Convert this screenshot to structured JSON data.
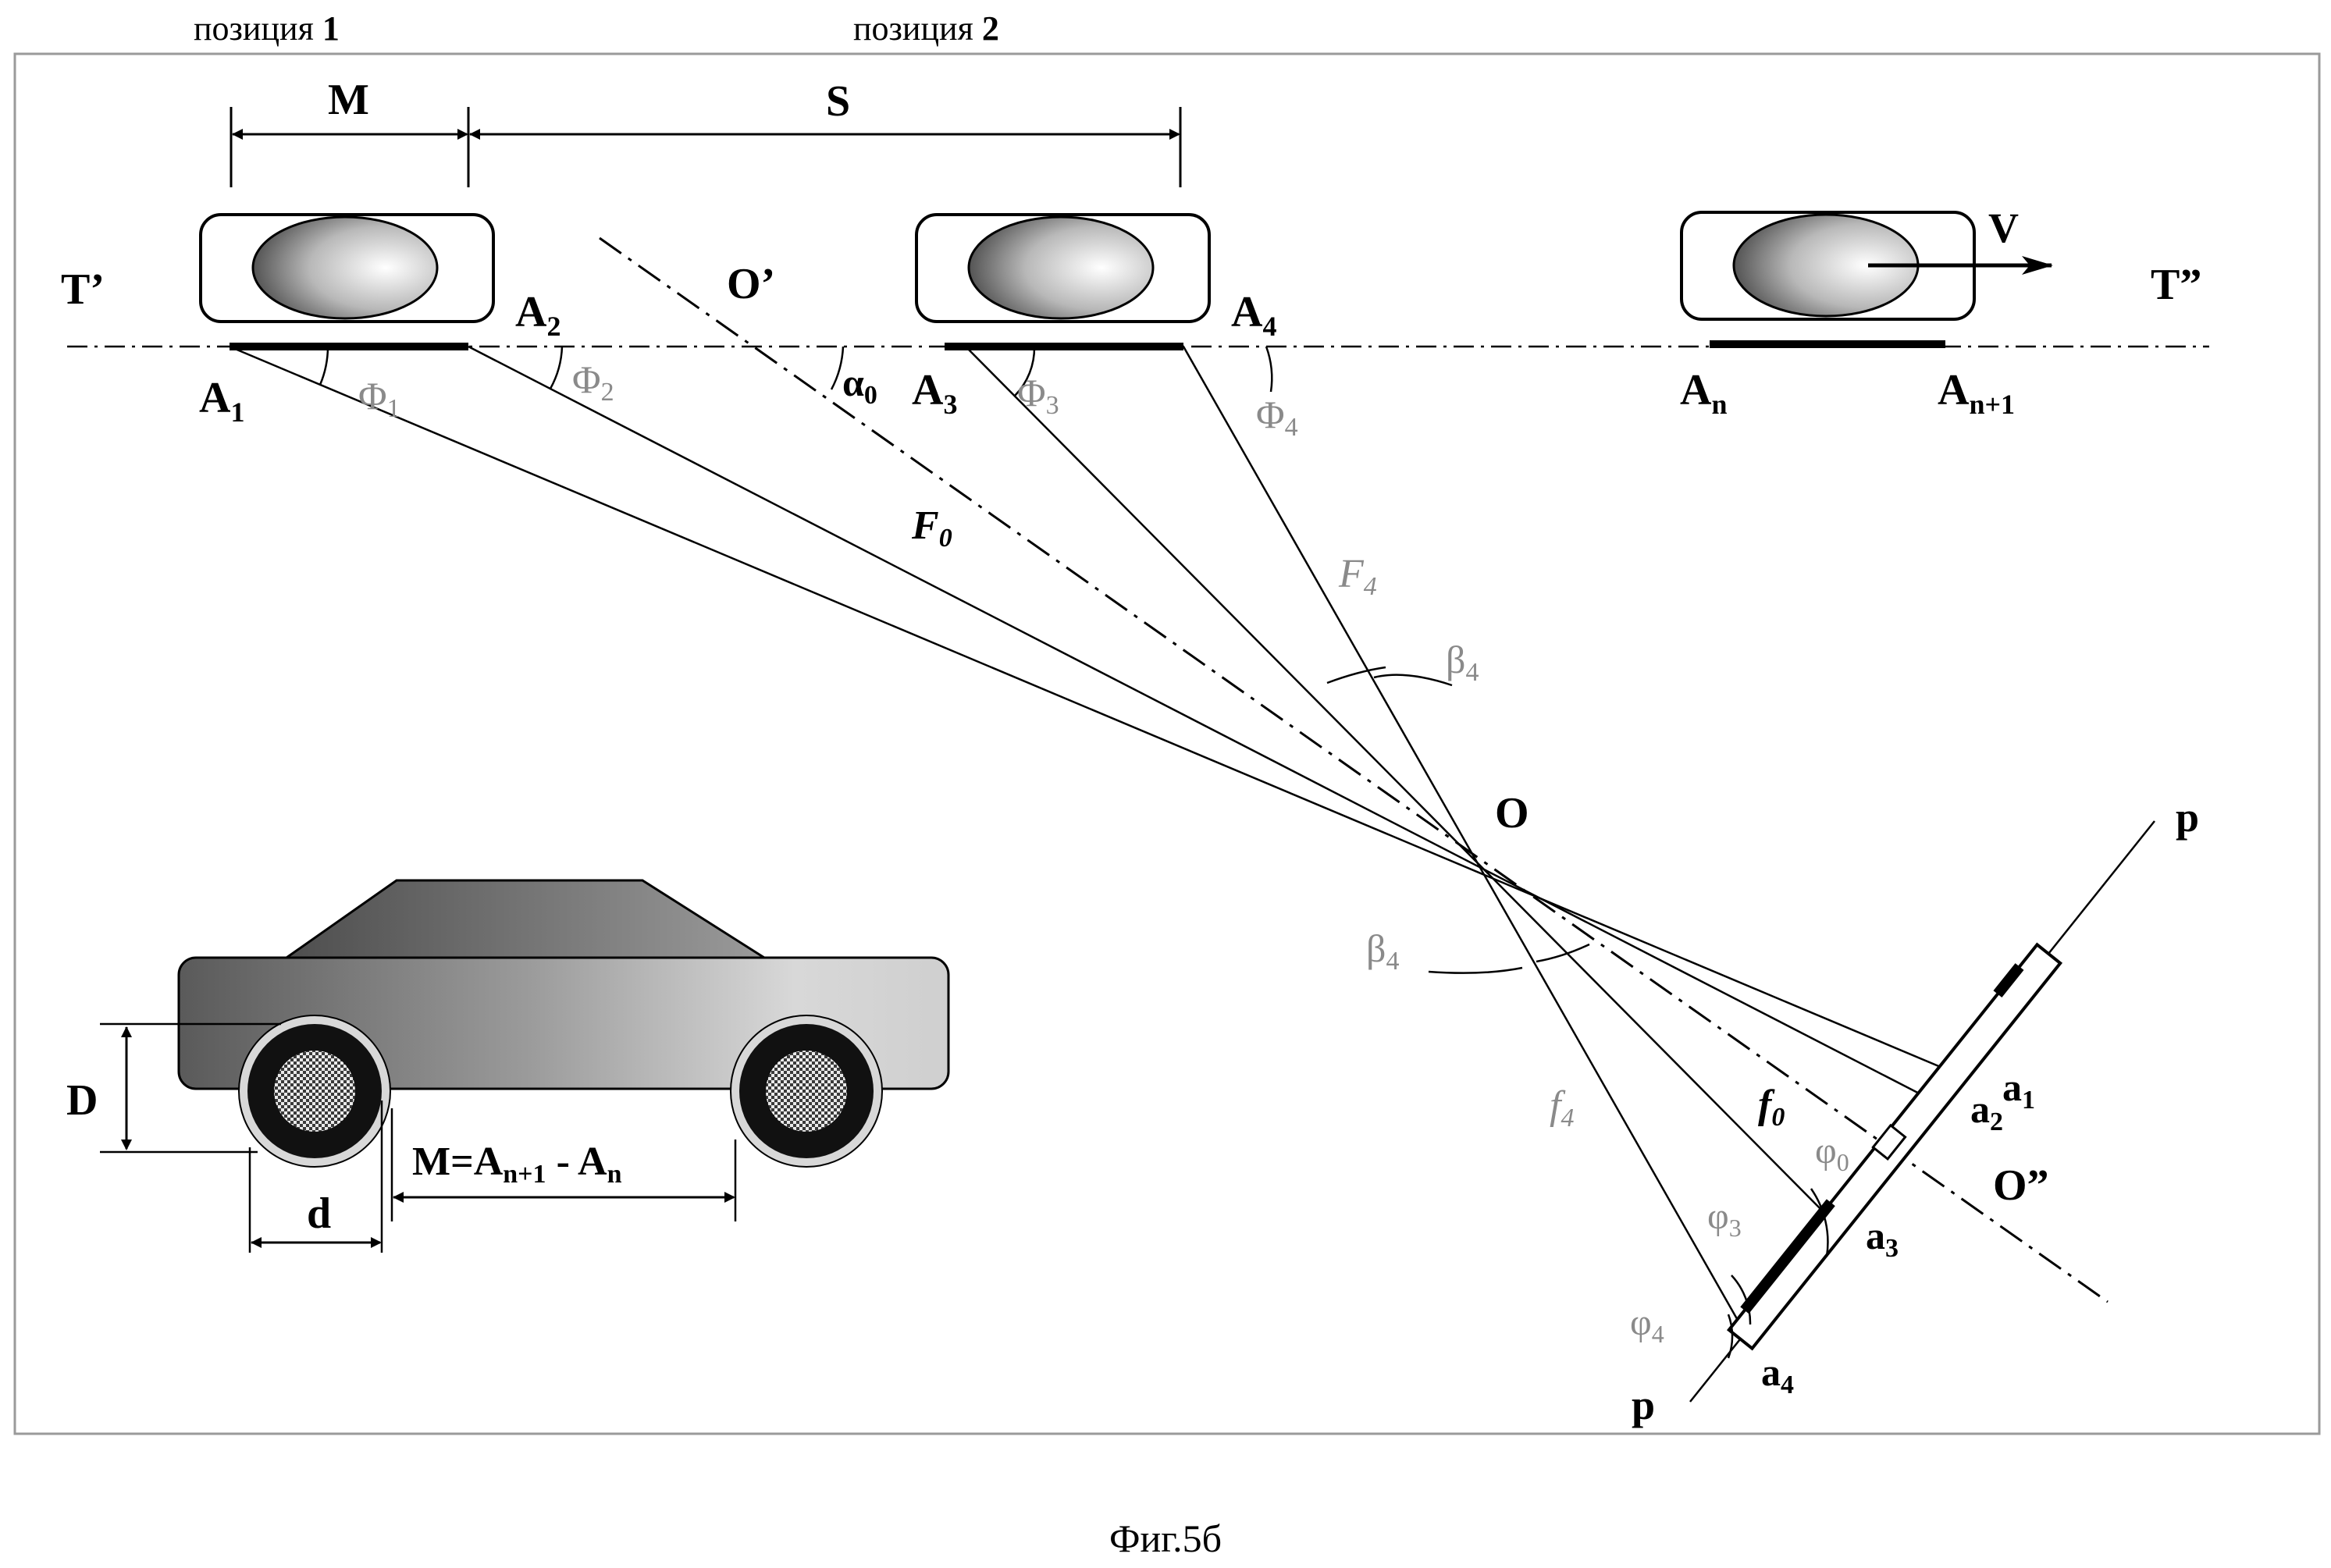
{
  "header": {
    "position1": {
      "text": "позиция ",
      "num": "1"
    },
    "position2": {
      "text": "позиция ",
      "num": "2"
    }
  },
  "labels": {
    "M": "M",
    "S": "S",
    "T1": "T’",
    "T2": "T”",
    "O1": "O’",
    "O2": "O”",
    "O": "O",
    "V": "V",
    "A1": {
      "base": "A",
      "sub": "1"
    },
    "A2": {
      "base": "A",
      "sub": "2"
    },
    "A3": {
      "base": "A",
      "sub": "3"
    },
    "A4": {
      "base": "A",
      "sub": "4"
    },
    "An": {
      "base": "A",
      "sub": "n"
    },
    "An1": {
      "base": "A",
      "sub": "n+1"
    },
    "Phi1": {
      "base": "Φ",
      "sub": "1"
    },
    "Phi2": {
      "base": "Φ",
      "sub": "2"
    },
    "Phi3": {
      "base": "Φ",
      "sub": "3"
    },
    "Phi4": {
      "base": "Φ",
      "sub": "4"
    },
    "alpha0": {
      "base": "α",
      "sub": "0"
    },
    "F0": {
      "base": "F",
      "sub": "0"
    },
    "F4": {
      "base": "F",
      "sub": "4"
    },
    "beta4a": {
      "base": "β",
      "sub": "4"
    },
    "beta4b": {
      "base": "β",
      "sub": "4"
    },
    "f4": {
      "base": "f",
      "sub": "4"
    },
    "f0": {
      "base": "f",
      "sub": "0"
    },
    "phi0": {
      "base": "φ",
      "sub": "0"
    },
    "phi3": {
      "base": "φ",
      "sub": "3"
    },
    "phi4": {
      "base": "φ",
      "sub": "4"
    },
    "a1": {
      "base": "a",
      "sub": "1"
    },
    "a2": {
      "base": "a",
      "sub": "2"
    },
    "a3": {
      "base": "a",
      "sub": "3"
    },
    "a4": {
      "base": "a",
      "sub": "4"
    },
    "p1": "p",
    "p2": "p",
    "D": "D",
    "d": "d",
    "formula": {
      "lead": "M=A",
      "sub1": "n+1",
      "mid": " - A",
      "sub2": "n"
    }
  },
  "caption": "Фиг.5б"
}
